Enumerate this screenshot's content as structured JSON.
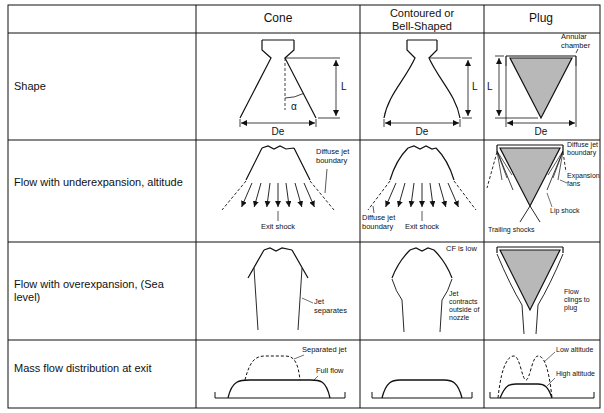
{
  "diagram": {
    "labels": [
      "Cone",
      "Contoured or Bell-Shaped",
      "Plug",
      "Shape",
      "L",
      "α",
      "De",
      "L",
      "De",
      "Annular chamber",
      "L",
      "De",
      "Flow with underexpansion, altitude",
      "Diffuse jet boundary",
      "Exit shock",
      "Diffuse jet boundary",
      "Exit shock",
      "Diffuse jet boundary",
      "Expansion fans",
      "Trailing shocks",
      "Lip shock",
      "Flow with overexpansion, (Sea level)",
      "Jet separates",
      "CF is low",
      "Jet contracts outside of nozzle",
      "Flow clings to plug",
      "Mass flow distribution at exit",
      "Separated jet",
      "Full flow",
      "Low altitude",
      "High altitude"
    ]
  }
}
